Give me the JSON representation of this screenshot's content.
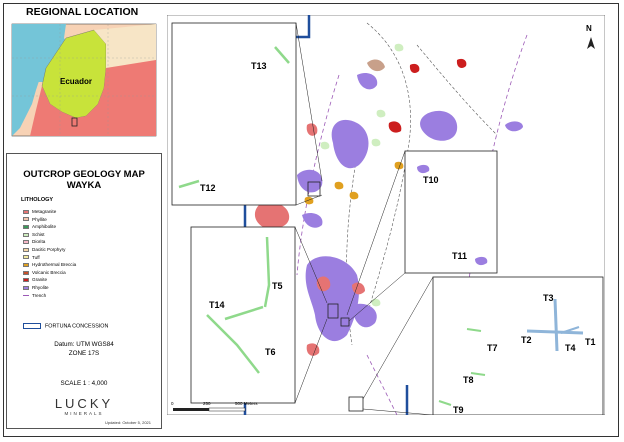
{
  "regional": {
    "title": "REGIONAL LOCATION",
    "country_label": "Ecuador"
  },
  "legend": {
    "title_line1": "OUTCROP GEOLOGY MAP",
    "title_line2": "WAYKA",
    "lithology_heading": "LITHOLOGY",
    "items": [
      {
        "label": "Metagranite",
        "color": "#e57373"
      },
      {
        "label": "Phyllite",
        "color": "#f5c6b0"
      },
      {
        "label": "Amphibolite",
        "color": "#3a9a5b"
      },
      {
        "label": "Schist",
        "color": "#cfeec0"
      },
      {
        "label": "Diorita",
        "color": "#f7b7c7"
      },
      {
        "label": "Dacitic Porphyry",
        "color": "#f6d7a7"
      },
      {
        "label": "Tuff",
        "color": "#f3eaa0"
      },
      {
        "label": "Hydrothermal Breccia",
        "color": "#e0a020"
      },
      {
        "label": "Volcanic Breccia",
        "color": "#c8502a"
      },
      {
        "label": "Granite",
        "color": "#cc1e1e"
      },
      {
        "label": "Rhyolite",
        "color": "#9b7ee0"
      }
    ],
    "trench_label": "Trench",
    "concession_label": "FORTUNA CONCESSION",
    "datum_line1": "Datum: UTM  WGS84",
    "datum_line2": "ZONE 17S",
    "scale_text": "SCALE  1 : 4,000",
    "logo_main": "LUCKY",
    "logo_sub": "MINERALS",
    "updated": "Updated: October 5, 2021"
  },
  "map": {
    "north_label": "N",
    "trench_labels": [
      "T1",
      "T2",
      "T3",
      "T4",
      "T5",
      "T6",
      "T7",
      "T8",
      "T9",
      "T10",
      "T11",
      "T12",
      "T13",
      "T14"
    ],
    "scalebar_labels": [
      "0",
      "250",
      "500 Meters"
    ]
  }
}
